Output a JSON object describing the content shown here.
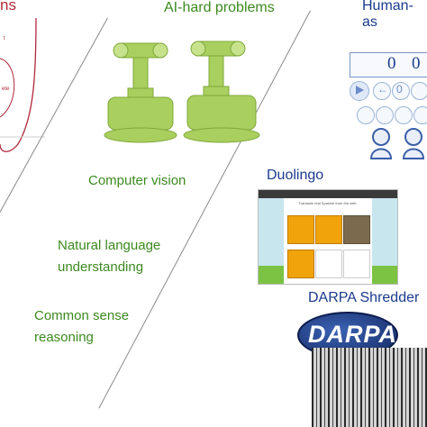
{
  "left": {
    "title_fragment": "ns",
    "curve_label_1": "t",
    "curve_label_2": "ete"
  },
  "center": {
    "title": "AI-hard problems",
    "items": [
      "Computer vision",
      "Natural language understanding",
      "Common sense reasoning"
    ],
    "item_lines": {
      "computer_vision": "Computer vision",
      "nlu_line1": "Natural language",
      "nlu_line2": "understanding",
      "csr_line1": "Common sense",
      "csr_line2": "reasoning"
    }
  },
  "right": {
    "title": "Human-as",
    "counter_left": "0",
    "counter_right": "0",
    "ctl_zero": "0",
    "duolingo_label": "Duolingo",
    "duolingo_prompt": "Translate real Spanish from the web.",
    "darpa_label": "DARPA Shredder",
    "darpa_logo_text": "DARPA"
  },
  "colors": {
    "green": "#3c8a1f",
    "blue": "#1b3a8c",
    "red": "#b0293b",
    "robot_green": "#a9cf5f"
  }
}
